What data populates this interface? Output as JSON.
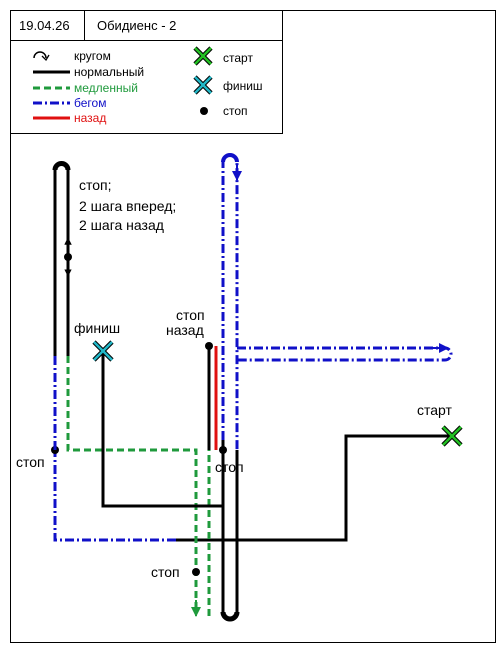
{
  "header": {
    "date": "19.04.26",
    "title": "Обидиенс - 2"
  },
  "legend": {
    "turn": "кругом",
    "normal": "нормальный",
    "slow": "медленный",
    "run": "бегом",
    "back": "назад",
    "start": "старт",
    "finish": "финиш",
    "stop": "стоп"
  },
  "colors": {
    "normal": "#000000",
    "slow": "#1f9a3c",
    "run": "#1010c8",
    "back": "#e01010",
    "start_marker": "#22c022",
    "finish_marker": "#22b8c8"
  },
  "labels": {
    "note_line1": "стоп;",
    "note_line2": "2 шага вперед;",
    "note_line3": "2 шага назад",
    "finish": "финиш",
    "start": "старт",
    "stop_back_1": "стоп",
    "stop_back_2": "назад",
    "stop_left": "стоп",
    "stop_center": "стоп",
    "stop_bottom": "стоп"
  }
}
